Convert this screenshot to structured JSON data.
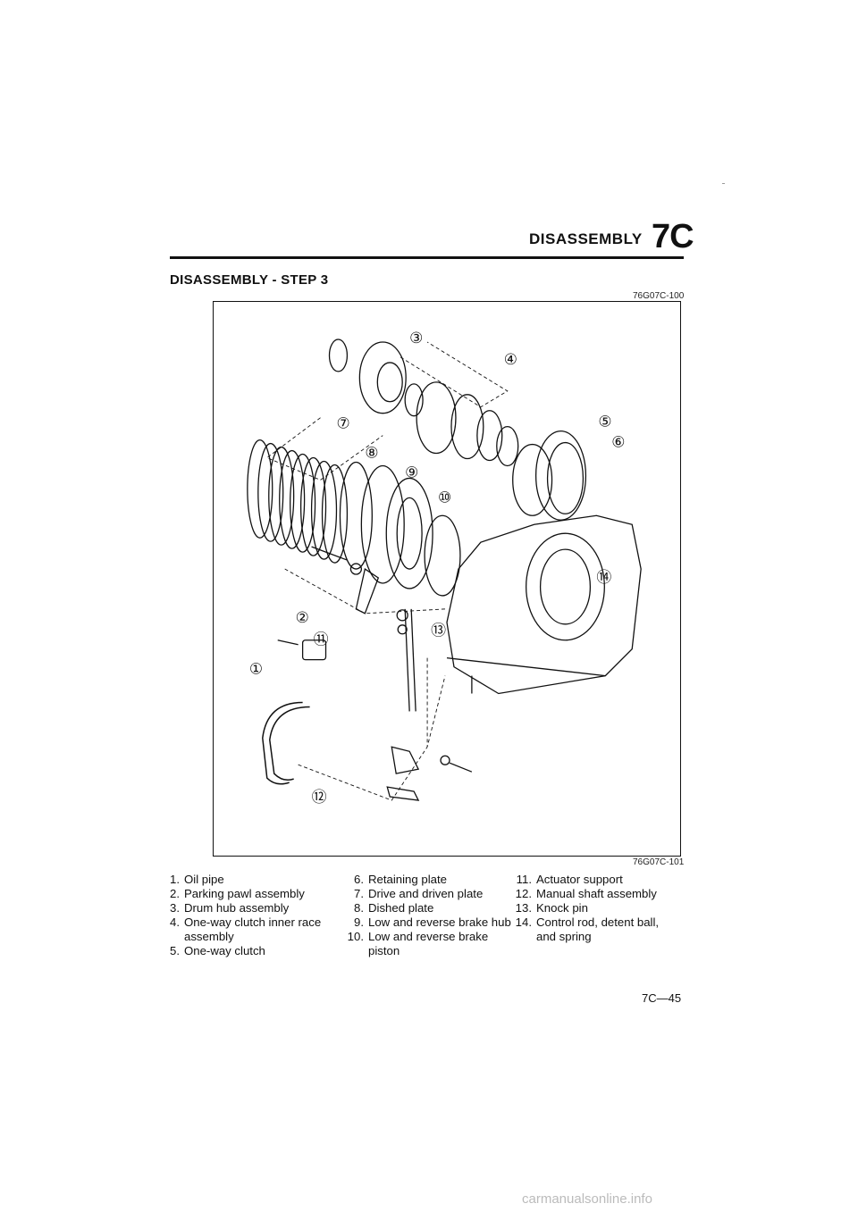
{
  "header": {
    "title": "DISASSEMBLY",
    "code": "7C"
  },
  "section": {
    "title": "DISASSEMBLY - STEP 3"
  },
  "figure": {
    "ref_top": "76G07C-100",
    "ref_bottom": "76G07C-101",
    "callouts": [
      "①",
      "②",
      "③",
      "④",
      "⑤",
      "⑥",
      "⑦",
      "⑧",
      "⑨",
      "⑩",
      "⑪",
      "⑫",
      "⑬",
      "⑭"
    ]
  },
  "legend": {
    "col1": [
      {
        "num": "1.",
        "text": "Oil pipe"
      },
      {
        "num": "2.",
        "text": "Parking pawl assembly"
      },
      {
        "num": "3.",
        "text": "Drum hub assembly"
      },
      {
        "num": "4.",
        "text": "One-way clutch inner race",
        "cont": "assembly"
      },
      {
        "num": "5.",
        "text": "One-way clutch"
      }
    ],
    "col2": [
      {
        "num": "6.",
        "text": "Retaining plate"
      },
      {
        "num": "7.",
        "text": "Drive and driven plate"
      },
      {
        "num": "8.",
        "text": "Dished plate"
      },
      {
        "num": "9.",
        "text": "Low and reverse brake hub"
      },
      {
        "num": "10.",
        "text": "Low and reverse brake",
        "cont": "piston"
      }
    ],
    "col3": [
      {
        "num": "11.",
        "text": "Actuator support"
      },
      {
        "num": "12.",
        "text": "Manual shaft assembly"
      },
      {
        "num": "13.",
        "text": "Knock pin"
      },
      {
        "num": "14.",
        "text": "Control rod, detent ball,",
        "cont": "and spring"
      }
    ]
  },
  "page_number": "7C—45",
  "watermark": "carmanualsonline.info"
}
